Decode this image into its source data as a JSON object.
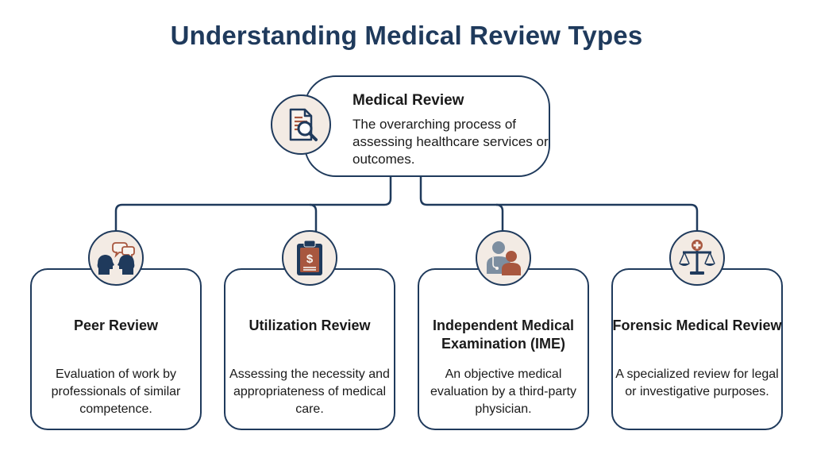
{
  "title": "Understanding Medical Review Types",
  "root": {
    "title": "Medical Review",
    "description": "The overarching process of assessing healthcare services or outcomes.",
    "icon": "document-magnifier-icon"
  },
  "children": [
    {
      "title": "Peer Review",
      "description": "Evaluation of work by professionals of similar competence.",
      "icon": "two-heads-conversation-icon"
    },
    {
      "title": "Utilization Review",
      "description": "Assessing the necessity and appropriateness of medical care.",
      "icon": "clipboard-dollar-icon"
    },
    {
      "title": "Independent Medical Examination (IME)",
      "description": "An objective medical evaluation by a third-party physician.",
      "icon": "doctor-patient-icon"
    },
    {
      "title": "Forensic Medical Review",
      "description": "A specialized review for legal or investigative purposes.",
      "icon": "scales-medical-cross-icon"
    }
  ],
  "colors": {
    "navy": "#1f3a5c",
    "accent": "#a8573f",
    "icon_bg": "#f3ebe4"
  }
}
